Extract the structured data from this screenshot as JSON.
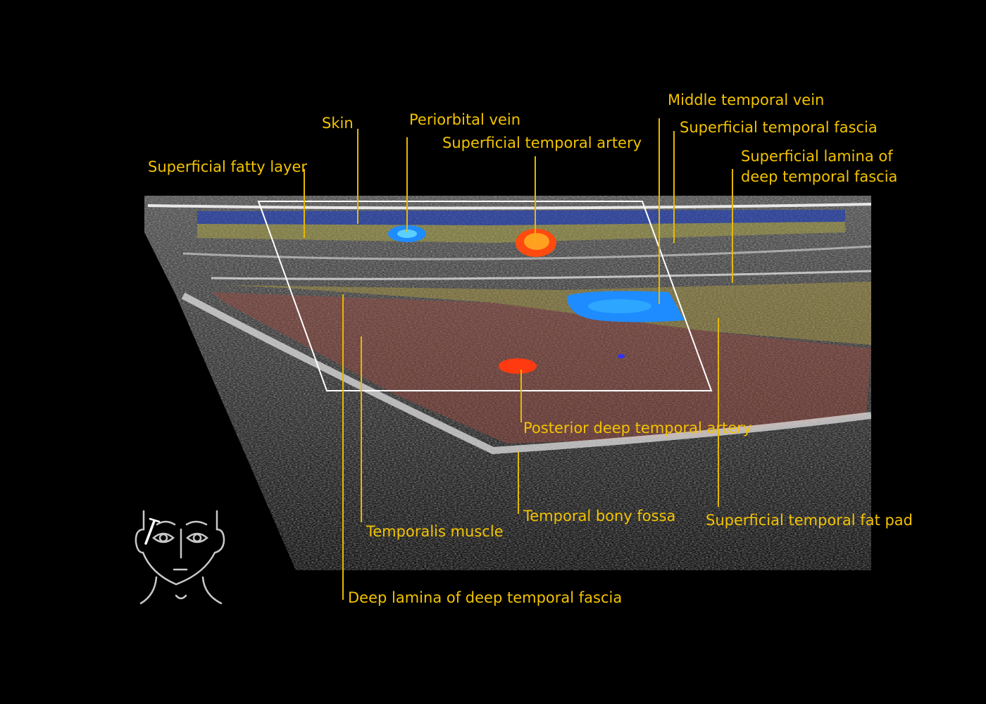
{
  "labels": {
    "superficial_fatty_layer": "Superficial fatty layer",
    "skin": "Skin",
    "periorbital_vein": "Periorbital vein",
    "superficial_temporal_artery": "Superficial temporal artery",
    "middle_temporal_vein": "Middle temporal vein",
    "superficial_temporal_fascia": "Superficial temporal fascia",
    "superficial_lamina_line1": "Superficial lamina of",
    "superficial_lamina_line2": "deep temporal fascia",
    "posterior_deep_temporal_artery": "Posterior deep temporal artery",
    "temporal_bony_fossa": "Temporal bony fossa",
    "temporalis_muscle": "Temporalis muscle",
    "superficial_temporal_fat_pad": "Superficial temporal fat pad",
    "deep_lamina": "Deep lamina of deep temporal fascia"
  },
  "colors": {
    "label": "#f3c300",
    "background": "#000000",
    "doppler_blue": "#1e8cff",
    "doppler_red": "#ff4a10"
  },
  "icons": {
    "probe_position": "face-with-probe-icon"
  }
}
